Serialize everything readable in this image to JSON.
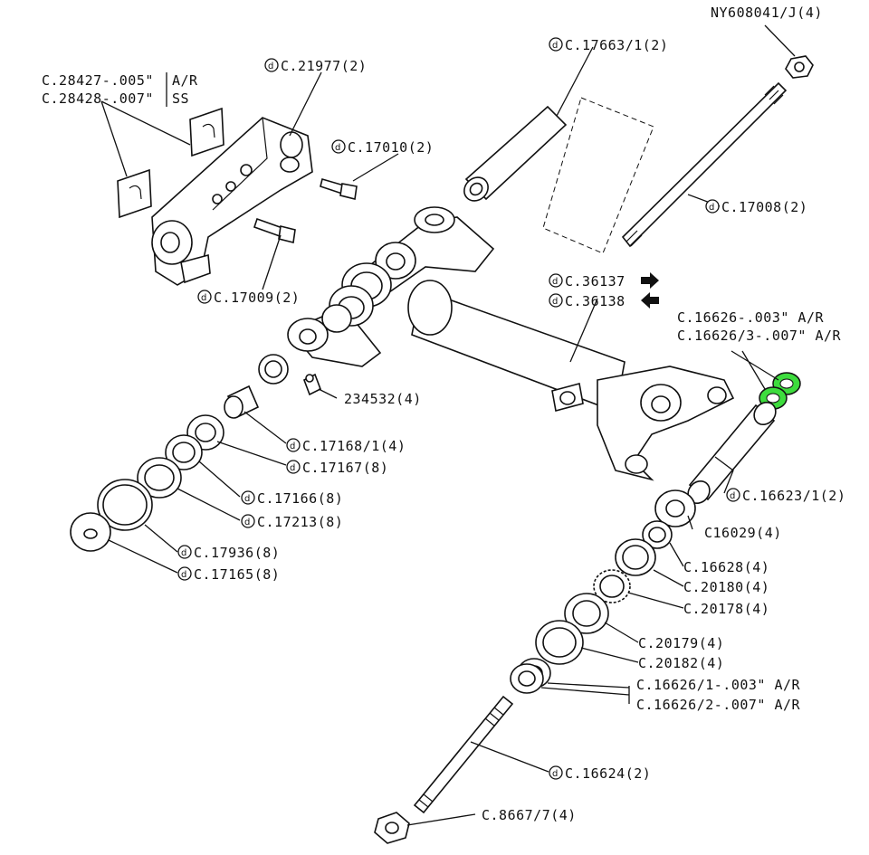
{
  "highlight_color": "#3ddc3d",
  "labels": {
    "ny608041": "NY608041/J(4)",
    "c17663": "C.17663/1(2)",
    "c21977": "C.21977(2)",
    "c28427": "C.28427-.005\"",
    "c28427_note": "A/R",
    "c28428": "C.28428-.007\"",
    "c28428_note": "SS",
    "c17010": "C.17010(2)",
    "c17008": "C.17008(2)",
    "c17009": "C.17009(2)",
    "c36137": "C.36137",
    "c36138": "C.36138",
    "c16626": "C.16626-.003\" A/R",
    "c16626_3": "C.16626/3-.007\" A/R",
    "p234532": "234532(4)",
    "c17168": "C.17168/1(4)",
    "c17167": "C.17167(8)",
    "c16623": "C.16623/1(2)",
    "c17166": "C.17166(8)",
    "c17213": "C.17213(8)",
    "c16029": "C16029(4)",
    "c17936": "C.17936(8)",
    "c17165": "C.17165(8)",
    "c16628": "C.16628(4)",
    "c20180": "C.20180(4)",
    "c20178": "C.20178(4)",
    "c20179": "C.20179(4)",
    "c20182": "C.20182(4)",
    "c16626_1": "C.16626/1-.003\" A/R",
    "c16626_2": "C.16626/2-.007\" A/R",
    "c16624": "C.16624(2)",
    "c8667": "C.8667/7(4)"
  },
  "symbols": {
    "d_mark": "d",
    "arrow_right_icon": "arrow-right-icon",
    "arrow_left_icon": "arrow-left-icon"
  }
}
